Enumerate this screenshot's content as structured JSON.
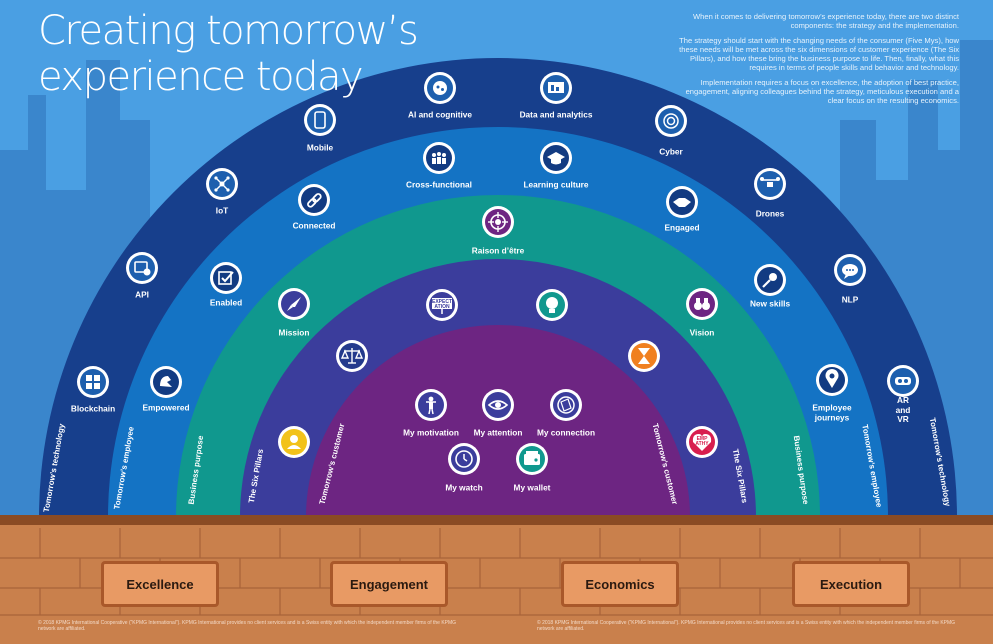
{
  "title": {
    "line1": "Creating tomorrow’s",
    "line2": "experience today"
  },
  "intro": {
    "p1": "When it comes to delivering tomorrow’s experience today, there are two distinct components: the strategy and the implementation.",
    "p2": "The strategy should start with the changing needs of the consumer (Five Mys), how these needs will be met across the six dimensions of customer experience (The Six Pillars), and how these bring the business purpose to life. Then, finally, what this requires in terms of people skills and behavior and technology.",
    "p3": "Implementation requires a focus on excellence, the adoption of best practice, engagement, aligning colleagues behind the strategy, meticulous execution and a clear focus on the resulting economics."
  },
  "colors": {
    "sky": "#4a9fe3",
    "band_technology": "#173f8c",
    "band_employee": "#1473c4",
    "band_purpose": "#10988e",
    "band_pillars": "#3b3d9c",
    "band_customer": "#6d2582",
    "brick": "#c9804c",
    "plaque": "#e89a64"
  },
  "rings": {
    "technology": {
      "side_label": "Tomorrow’s technology",
      "items": [
        "Blockchain",
        "API",
        "IoT",
        "Mobile",
        "AI and cognitive",
        "Data and analytics",
        "Cyber",
        "Drones",
        "NLP",
        "AR and VR"
      ],
      "icons": [
        "blockchain-icon",
        "api-icon",
        "iot-icon",
        "mobile-icon",
        "ai-cognitive-icon",
        "data-analytics-icon",
        "cyber-icon",
        "drone-icon",
        "nlp-icon",
        "ar-vr-icon"
      ]
    },
    "employee": {
      "side_label": "Tomorrow’s employee",
      "items": [
        "Empowered",
        "Enabled",
        "Connected",
        "Cross-functional",
        "Learning culture",
        "Engaged",
        "New skills",
        "Employee journeys"
      ],
      "icons": [
        "empowered-icon",
        "enabled-icon",
        "connected-icon",
        "cross-functional-icon",
        "learning-culture-icon",
        "engaged-icon",
        "new-skills-icon",
        "employee-journeys-icon"
      ]
    },
    "purpose": {
      "side_label": "Business purpose",
      "items": [
        "Mission",
        "Raison d’être",
        "Vision"
      ],
      "icons": [
        "mission-icon",
        "raison-detre-icon",
        "vision-icon"
      ]
    },
    "pillars": {
      "side_label": "The Six Pillars",
      "items": [],
      "icons": [
        "personalization-icon",
        "integrity-icon",
        "expectations-icon",
        "resolution-icon",
        "time-and-effort-icon",
        "empathy-icon"
      ],
      "icon_texts": {
        "expectations": "EXPECT ATION",
        "empathy": "EMP ATHY"
      }
    },
    "customer": {
      "side_label": "Tomorrow’s customer",
      "items": [
        "My motivation",
        "My attention",
        "My connection",
        "My watch",
        "My wallet"
      ],
      "icons": [
        "motivation-icon",
        "attention-icon",
        "connection-icon",
        "watch-icon",
        "wallet-icon"
      ]
    }
  },
  "plaques": [
    "Excellence",
    "Engagement",
    "Economics",
    "Execution"
  ],
  "legal": {
    "left": "© 2018 KPMG International Cooperative (“KPMG International”). KPMG International provides no client services and is a Swiss entity with which the independent member firms of the KPMG network are affiliated.",
    "right": "© 2018 KPMG International Cooperative (“KPMG International”). KPMG International provides no client services and is a Swiss entity with which the independent member firms of the KPMG network are affiliated."
  }
}
